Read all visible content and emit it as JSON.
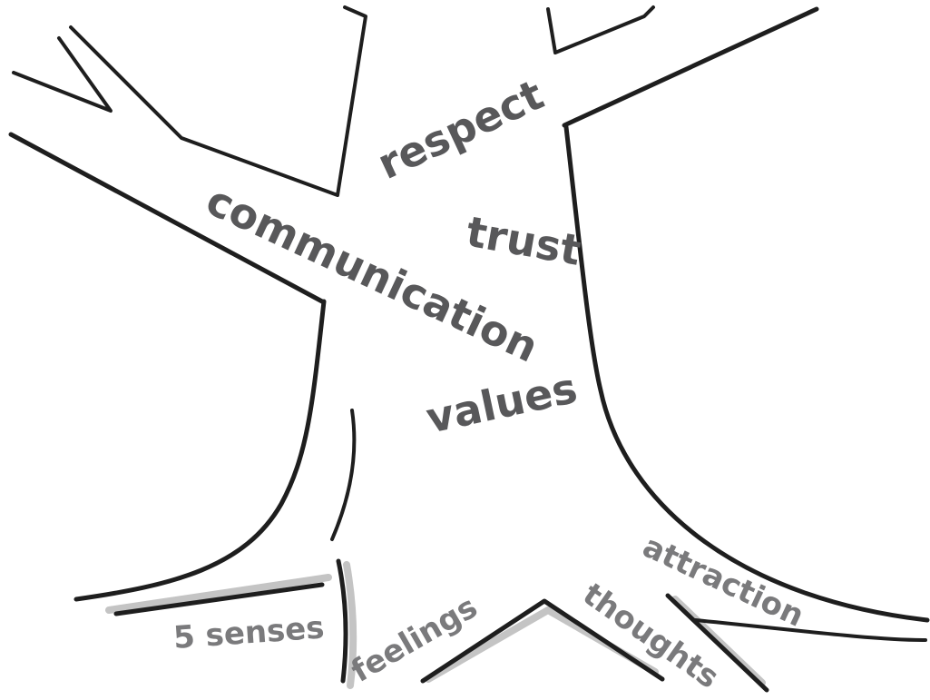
{
  "trunk_words": {
    "respect": "respect",
    "trust": "trust",
    "communication": "communication",
    "values": "values"
  },
  "root_words": {
    "five_senses": "5 senses",
    "feelings": "feelings",
    "thoughts": "thoughts",
    "attraction": "attraction"
  },
  "colors": {
    "outline": "#1e1e1e",
    "shadow": "#c4c4c4",
    "trunk_text": "#58585a",
    "root_text": "#7a7a7c",
    "background": "#ffffff"
  }
}
